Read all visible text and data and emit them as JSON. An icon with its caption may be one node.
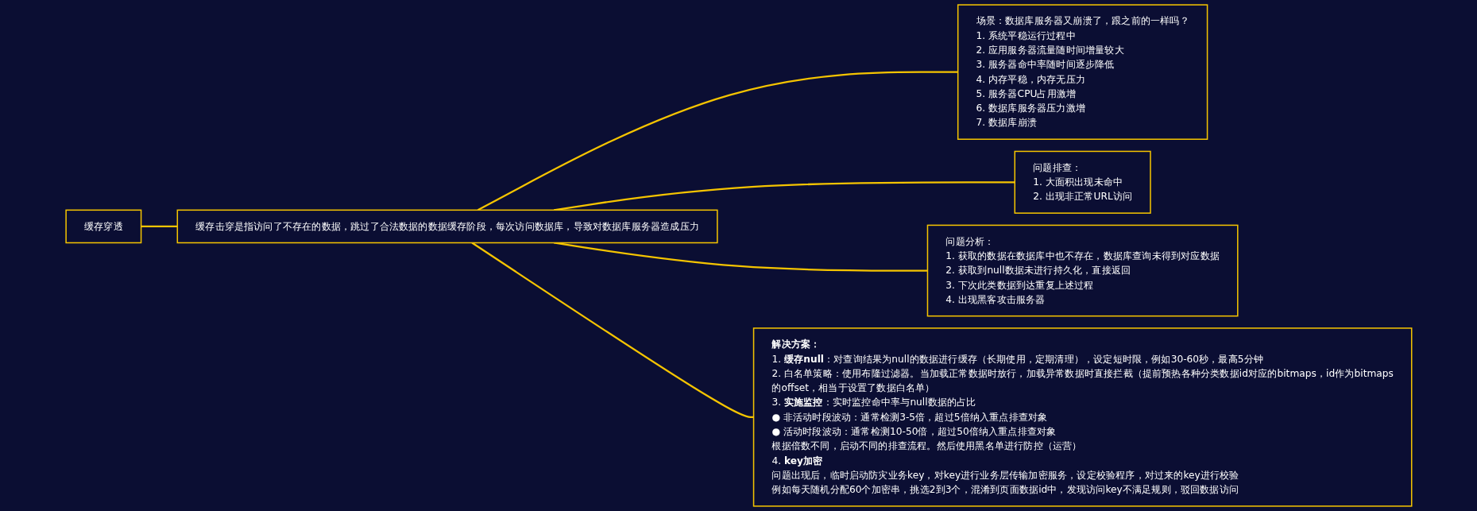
{
  "diagram": {
    "nodes": [
      {
        "text": [
          "缓存穿透"
        ]
      },
      {
        "text": [
          "缓存击穿是指访问了不存在的数据，跳过了合法数据的数据缓存阶段，每次访问数据库，导致对数据库服务器造成压力"
        ]
      },
      {
        "text": [
          "场景：数据库服务器又崩溃了，跟之前的一样吗？",
          "1. 系统平稳运行过程中",
          "2. 应用服务器流量随时间增量较大",
          "3. 服务器命中率随时间逐步降低",
          "4. 内存平稳，内存无压力",
          "5. 服务器CPU占用激增",
          "6. 数据库服务器压力激增",
          "7. 数据库崩溃"
        ]
      },
      {
        "text": [
          "问题排查：",
          "1. 大面积出现未命中",
          "2. 出现非正常URL访问"
        ]
      },
      {
        "text": [
          "问题分析：",
          "1.  获取的数据在数据库中也不存在，数据库查询未得到对应数据",
          "2.  获取到null数据未进行持久化，直接返回",
          "3. 下次此类数据到达重复上述过程",
          "4. 出现黑客攻击服务器"
        ]
      },
      {
        "text": [
          "**解决方案：**",
          "1. **缓存null**：对查询结果为null的数据进行缓存（长期使用，定期清理），设定短时限，例如30-60秒，最高5分钟",
          "2. 白名单策略：使用布隆过滤器。当加载正常数据时放行，加载异常数据时直接拦截（提前预热各种分类数据id对应的bitmaps，id作为bitmaps的offset，相当于设置了数据白名单）",
          "3. **实施监控**：实时监控命中率与null数据的占比",
          "● 非活动时段波动：通常检测3-5倍，超过5倍纳入重点排查对象",
          "● 活动时段波动：通常检测10-50倍，超过50倍纳入重点排查对象",
          "根据倍数不同，启动不同的排查流程。然后使用黑名单进行防控（运营）",
          "4. **key加密**",
          "问题出现后，临时启动防灾业务key，对key进行业务层传输加密服务，设定校验程序，对过来的key进行校验",
          "例如每天随机分配60个加密串，挑选2到3个，混淆到页面数据id中，发现访问key不满足规则，驳回数据访问"
        ]
      }
    ],
    "edges": [
      {
        "from": 0,
        "to": 1,
        "arrow": "none"
      },
      {
        "from": 1,
        "to": 2,
        "arrow": "none"
      },
      {
        "from": 1,
        "to": 3,
        "arrow": "none"
      },
      {
        "from": 1,
        "to": 4,
        "arrow": "none"
      },
      {
        "from": 1,
        "to": 5,
        "arrow": "none"
      }
    ]
  }
}
